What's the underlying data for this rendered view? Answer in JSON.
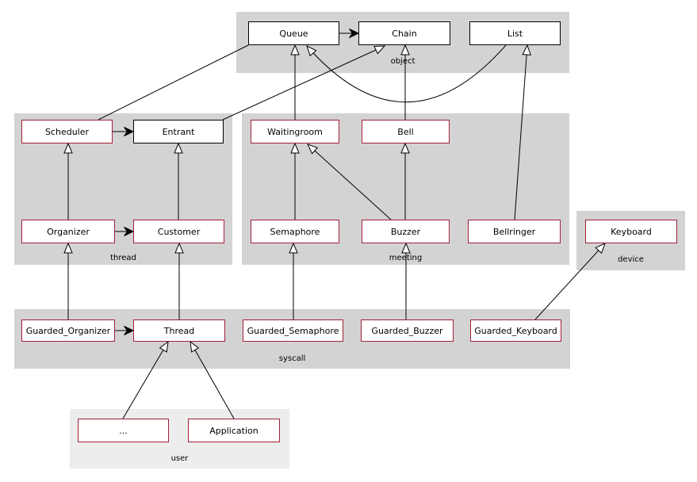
{
  "diagram": {
    "type": "class-inheritance-diagram",
    "groups": {
      "object": {
        "label": "object"
      },
      "thread": {
        "label": "thread"
      },
      "meeting": {
        "label": "meeting"
      },
      "device": {
        "label": "device"
      },
      "syscall": {
        "label": "syscall"
      },
      "user": {
        "label": "user"
      }
    },
    "nodes": {
      "queue": {
        "label": "Queue"
      },
      "chain": {
        "label": "Chain"
      },
      "list": {
        "label": "List"
      },
      "scheduler": {
        "label": "Scheduler"
      },
      "entrant": {
        "label": "Entrant"
      },
      "waitingroom": {
        "label": "Waitingroom"
      },
      "bell": {
        "label": "Bell"
      },
      "organizer": {
        "label": "Organizer"
      },
      "customer": {
        "label": "Customer"
      },
      "semaphore": {
        "label": "Semaphore"
      },
      "buzzer": {
        "label": "Buzzer"
      },
      "bellringer": {
        "label": "Bellringer"
      },
      "keyboard": {
        "label": "Keyboard"
      },
      "guarded_organizer": {
        "label": "Guarded_Organizer"
      },
      "thread": {
        "label": "Thread"
      },
      "guarded_semaphore": {
        "label": "Guarded_Semaphore"
      },
      "guarded_buzzer": {
        "label": "Guarded_Buzzer"
      },
      "guarded_keyboard": {
        "label": "Guarded_Keyboard"
      },
      "ellipsis": {
        "label": "..."
      },
      "application": {
        "label": "Application"
      }
    },
    "edges": [
      {
        "from": "Waitingroom",
        "to": "Queue",
        "type": "inherits"
      },
      {
        "from": "List",
        "to": "Queue",
        "type": "inherits"
      },
      {
        "from": "Entrant",
        "to": "Chain",
        "type": "inherits"
      },
      {
        "from": "Bell",
        "to": "Chain",
        "type": "inherits"
      },
      {
        "from": "Organizer",
        "to": "Scheduler",
        "type": "inherits"
      },
      {
        "from": "Customer",
        "to": "Entrant",
        "type": "inherits"
      },
      {
        "from": "Semaphore",
        "to": "Waitingroom",
        "type": "inherits"
      },
      {
        "from": "Buzzer",
        "to": "Waitingroom",
        "type": "inherits"
      },
      {
        "from": "Buzzer",
        "to": "Bell",
        "type": "inherits"
      },
      {
        "from": "Bellringer",
        "to": "List",
        "type": "inherits"
      },
      {
        "from": "Guarded_Organizer",
        "to": "Organizer",
        "type": "inherits"
      },
      {
        "from": "Thread",
        "to": "Customer",
        "type": "inherits"
      },
      {
        "from": "Guarded_Semaphore",
        "to": "Semaphore",
        "type": "inherits"
      },
      {
        "from": "Guarded_Buzzer",
        "to": "Buzzer",
        "type": "inherits"
      },
      {
        "from": "Guarded_Keyboard",
        "to": "Keyboard",
        "type": "inherits"
      },
      {
        "from": "...",
        "to": "Thread",
        "type": "inherits"
      },
      {
        "from": "Application",
        "to": "Thread",
        "type": "inherits"
      },
      {
        "from": "Queue",
        "to": "Chain",
        "type": "uses"
      },
      {
        "from": "Scheduler",
        "to": "Entrant",
        "type": "uses"
      },
      {
        "from": "Organizer",
        "to": "Customer",
        "type": "uses"
      },
      {
        "from": "Guarded_Organizer",
        "to": "Thread",
        "type": "uses"
      },
      {
        "from": "Scheduler",
        "to": "Queue",
        "type": "association"
      }
    ],
    "colors": {
      "node_border_red": "#a02138",
      "node_border_black": "#000000",
      "group_bg": "#d3d3d3",
      "user_group_bg": "#ededed",
      "node_bg": "#ffffff",
      "edge": "#000000"
    }
  }
}
